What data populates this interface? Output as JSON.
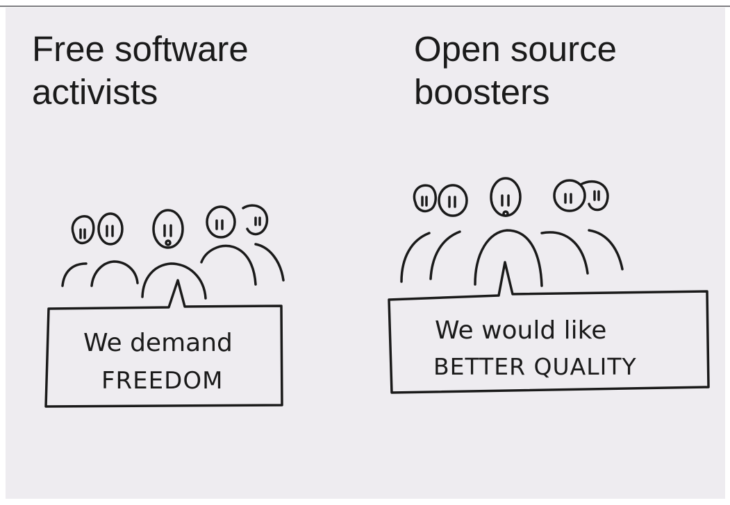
{
  "headings": {
    "left": {
      "line1": "Free software",
      "line2": "activists"
    },
    "right": {
      "line1": "Open source",
      "line2": "boosters"
    }
  },
  "signs": {
    "left": {
      "line1": "We demand",
      "line2": "FREEDOM"
    },
    "right": {
      "line1": "We would like",
      "line2": "BETTER QUALITY"
    }
  },
  "colors": {
    "background": "#eeecf0",
    "ink": "#1a1a1a"
  }
}
